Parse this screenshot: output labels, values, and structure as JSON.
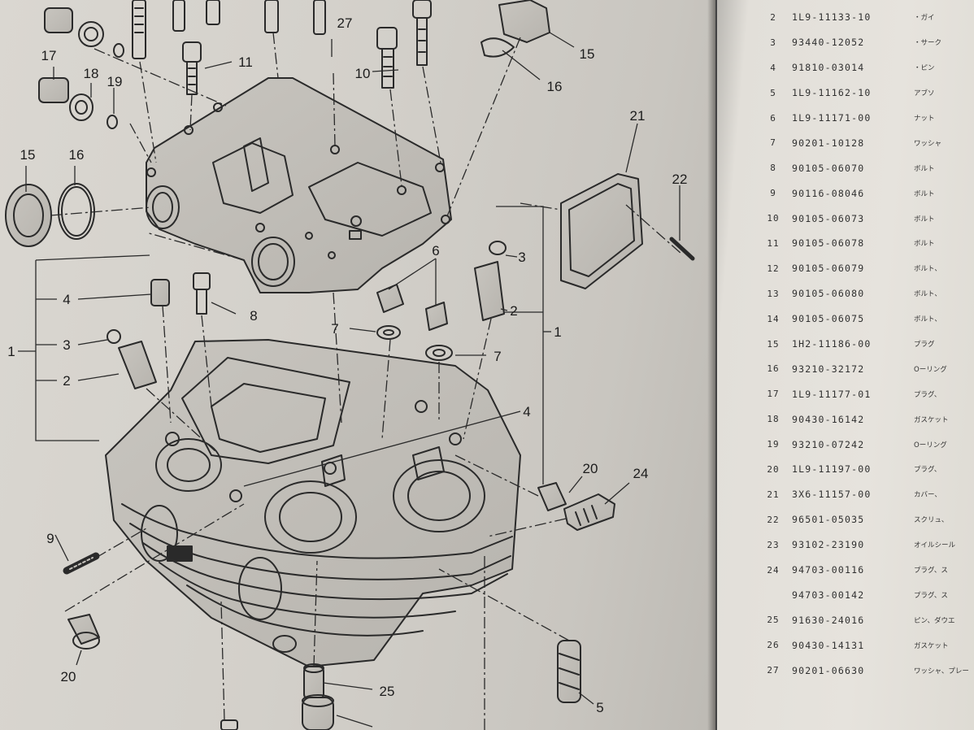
{
  "diagram": {
    "callouts": [
      {
        "id": "c27",
        "text": "27"
      },
      {
        "id": "c15a",
        "text": "15"
      },
      {
        "id": "c16a",
        "text": "16"
      },
      {
        "id": "c17",
        "text": "17"
      },
      {
        "id": "c18",
        "text": "18"
      },
      {
        "id": "c19",
        "text": "19"
      },
      {
        "id": "c11",
        "text": "11"
      },
      {
        "id": "c10",
        "text": "10"
      },
      {
        "id": "c15b",
        "text": "15"
      },
      {
        "id": "c16b",
        "text": "16"
      },
      {
        "id": "c21",
        "text": "21"
      },
      {
        "id": "c22",
        "text": "22"
      },
      {
        "id": "c6",
        "text": "6"
      },
      {
        "id": "c3a",
        "text": "3"
      },
      {
        "id": "c4a",
        "text": "4"
      },
      {
        "id": "c8",
        "text": "8"
      },
      {
        "id": "c2a",
        "text": "2"
      },
      {
        "id": "c1a",
        "text": "1"
      },
      {
        "id": "c7a",
        "text": "7"
      },
      {
        "id": "c1b",
        "text": "1"
      },
      {
        "id": "c3b",
        "text": "3"
      },
      {
        "id": "c7b",
        "text": "7"
      },
      {
        "id": "c2b",
        "text": "2"
      },
      {
        "id": "c4b",
        "text": "4"
      },
      {
        "id": "c20a",
        "text": "20"
      },
      {
        "id": "c24",
        "text": "24"
      },
      {
        "id": "c9",
        "text": "9"
      },
      {
        "id": "c20b",
        "text": "20"
      },
      {
        "id": "c25",
        "text": "25"
      },
      {
        "id": "c5",
        "text": "5"
      }
    ]
  },
  "parts_table": {
    "rows": [
      {
        "ref": "2",
        "part_no": "1L9-11133-10",
        "desc": "・ガイ"
      },
      {
        "ref": "3",
        "part_no": "93440-12052",
        "desc": "・サーク"
      },
      {
        "ref": "4",
        "part_no": "91810-03014",
        "desc": "・ピン"
      },
      {
        "ref": "5",
        "part_no": "1L9-11162-10",
        "desc": "アブソ"
      },
      {
        "ref": "6",
        "part_no": "1L9-11171-00",
        "desc": "ナット"
      },
      {
        "ref": "7",
        "part_no": "90201-10128",
        "desc": "ワッシャ"
      },
      {
        "ref": "8",
        "part_no": "90105-06070",
        "desc": "ボルト"
      },
      {
        "ref": "9",
        "part_no": "90116-08046",
        "desc": "ボルト"
      },
      {
        "ref": "10",
        "part_no": "90105-06073",
        "desc": "ボルト"
      },
      {
        "ref": "11",
        "part_no": "90105-06078",
        "desc": "ボルト"
      },
      {
        "ref": "12",
        "part_no": "90105-06079",
        "desc": "ボルト、"
      },
      {
        "ref": "13",
        "part_no": "90105-06080",
        "desc": "ボルト、"
      },
      {
        "ref": "14",
        "part_no": "90105-06075",
        "desc": "ボルト、"
      },
      {
        "ref": "15",
        "part_no": "1H2-11186-00",
        "desc": "プラグ"
      },
      {
        "ref": "16",
        "part_no": "93210-32172",
        "desc": "Oーリング"
      },
      {
        "ref": "17",
        "part_no": "1L9-11177-01",
        "desc": "プラグ、"
      },
      {
        "ref": "18",
        "part_no": "90430-16142",
        "desc": "ガスケット"
      },
      {
        "ref": "19",
        "part_no": "93210-07242",
        "desc": "Oーリング"
      },
      {
        "ref": "20",
        "part_no": "1L9-11197-00",
        "desc": "プラグ、"
      },
      {
        "ref": "21",
        "part_no": "3X6-11157-00",
        "desc": "カバー、"
      },
      {
        "ref": "22",
        "part_no": "96501-05035",
        "desc": "スクリュ、"
      },
      {
        "ref": "23",
        "part_no": "93102-23190",
        "desc": "オイルシール"
      },
      {
        "ref": "24",
        "part_no": "94703-00116",
        "desc": "プラグ、ス"
      },
      {
        "ref": "",
        "part_no": "94703-00142",
        "desc": "プラグ、ス"
      },
      {
        "ref": "25",
        "part_no": "91630-24016",
        "desc": "ピン、ダウエ"
      },
      {
        "ref": "26",
        "part_no": "90430-14131",
        "desc": "ガスケット"
      },
      {
        "ref": "27",
        "part_no": "90201-06630",
        "desc": "ワッシャ、プレー"
      }
    ]
  },
  "colors": {
    "ink": "#2a2a2a",
    "paper": "#d6d3cd"
  }
}
